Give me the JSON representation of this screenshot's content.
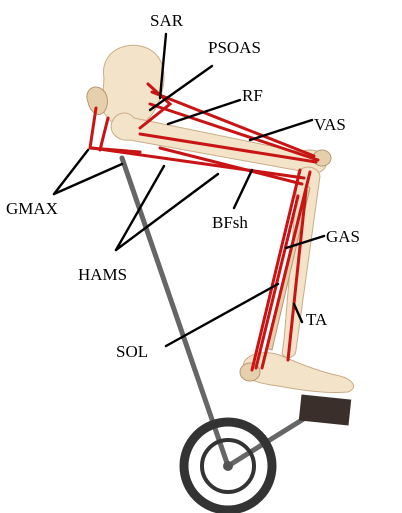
{
  "labels": {
    "sar": "SAR",
    "psoas": "PSOAS",
    "rf": "RF",
    "vas": "VAS",
    "gmax": "GMAX",
    "bfsh": "BFsh",
    "gas": "GAS",
    "hams": "HAMS",
    "ta": "TA",
    "sol": "SOL"
  },
  "colors": {
    "muscle": "#c81414",
    "bone": "#f3e3c9",
    "crank": "#666666",
    "wheel": "#333333",
    "pedal": "#3a2f2a"
  }
}
